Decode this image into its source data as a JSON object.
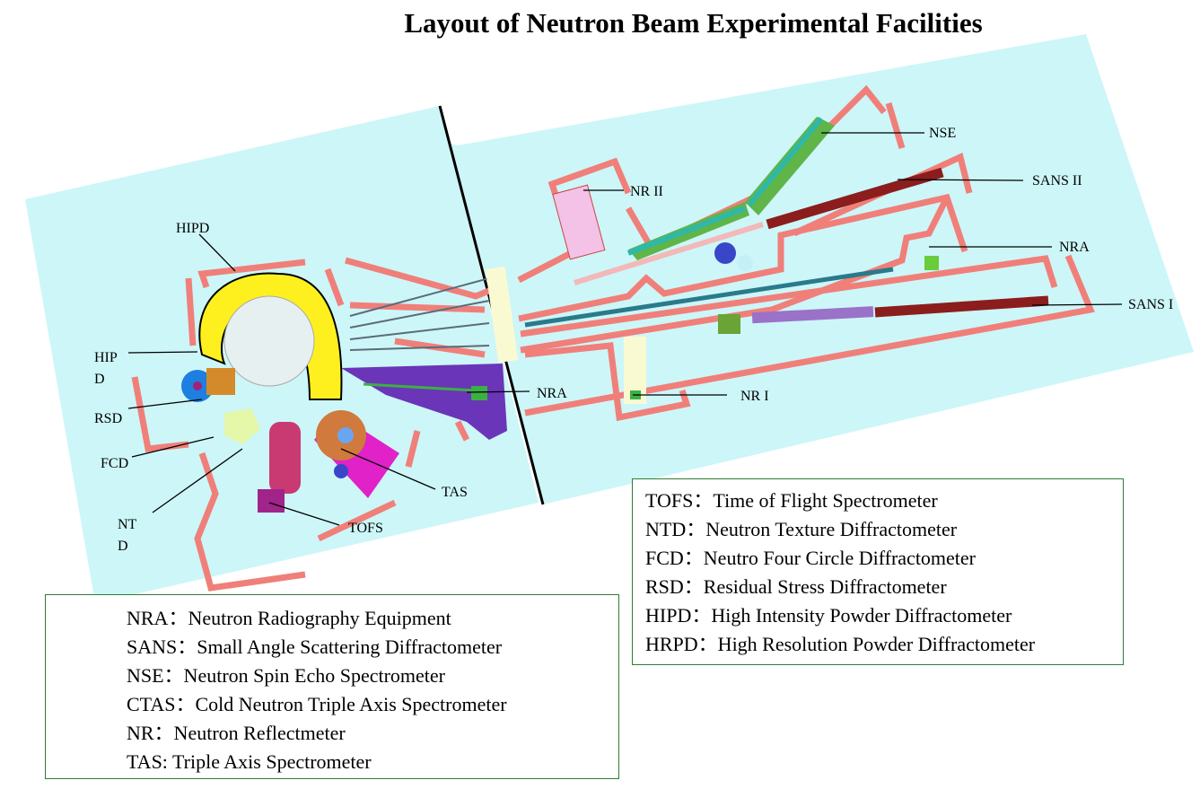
{
  "title": "Layout of Neutron Beam Experimental Facilities",
  "labels": {
    "hipd_top": "HIPD",
    "hipd_left_1": "HIP",
    "hipd_left_2": "D",
    "rsd": "RSD",
    "fcd": "FCD",
    "ntd_1": "NT",
    "ntd_2": "D",
    "tofs": "TOFS",
    "tas": "TAS",
    "nra_left": "NRA",
    "nse": "NSE",
    "sans2": "SANS II",
    "nr2": "NR II",
    "nra_right": "NRA",
    "sans1": "SANS I",
    "nr1": "NR I"
  },
  "legend_left": [
    "NRA：Neutron Radiography Equipment",
    "SANS：Small Angle Scattering Diffractometer",
    "NSE：Neutron Spin Echo Spectrometer",
    "CTAS：Cold Neutron Triple Axis Spectrometer",
    "NR：Neutron Reflectmeter",
    "TAS: Triple Axis Spectrometer"
  ],
  "legend_right": [
    "TOFS：Time of Flight Spectrometer",
    "NTD：Neutron Texture Diffractometer",
    "FCD：Neutro Four Circle Diffractometer",
    "RSD：Residual Stress Diffractometer",
    "HIPD：High Intensity Powder Diffractometer",
    "HRPD：High Resolution Powder Diffractometer"
  ],
  "colors": {
    "floor": "#cdf6f8",
    "wall": "#f07f7a",
    "yellow": "#fdf01e",
    "purple": "#6a35b8",
    "sans": "#8b1d1d",
    "nse": "#5fb548"
  }
}
